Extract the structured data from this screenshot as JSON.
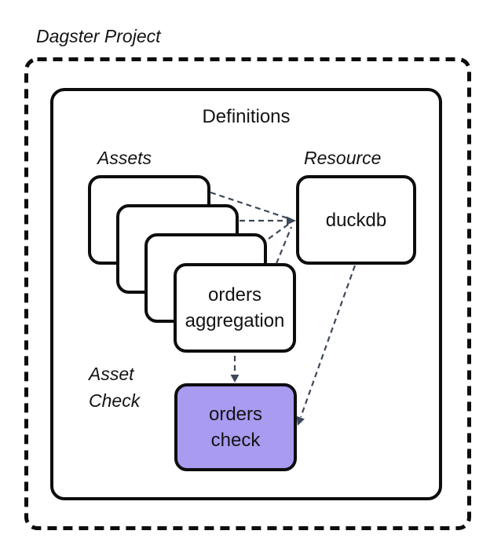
{
  "diagram": {
    "project_label": "Dagster Project",
    "definitions_label": "Definitions",
    "groups": {
      "assets_label": "Assets",
      "resource_label": "Resource",
      "asset_check_label": "Asset Check"
    },
    "nodes": {
      "orders_aggregation": {
        "lines": [
          "orders",
          "aggregation"
        ]
      },
      "duckdb": {
        "label": "duckdb"
      },
      "orders_check": {
        "lines": [
          "orders",
          "check"
        ]
      }
    },
    "colors": {
      "asset_check_fill": "#a89bf0",
      "connector": "#3d4859",
      "outline": "#0d0d0d"
    }
  }
}
